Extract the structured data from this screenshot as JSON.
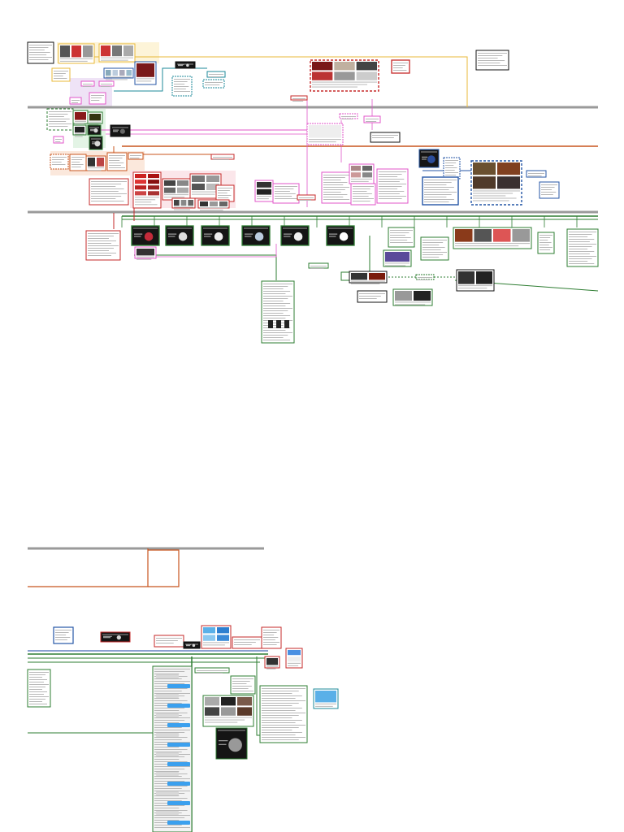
{
  "colors": {
    "track": "#9a9a9a",
    "orange": "#c8551e",
    "green": "#2e7d32",
    "yellow": "#e8b938",
    "pink": "#e055c8",
    "red": "#c62828",
    "teal": "#1e8a9a",
    "blue": "#2456a6",
    "dark": "#111111",
    "panel_text": "#bbbbbb",
    "bg": "#ffffff"
  },
  "diagram": {
    "nodes": [
      {
        "id": "doc-topleft",
        "kind": "doc",
        "color": "dark"
      },
      {
        "id": "yellow-group-a",
        "kind": "doc",
        "color": "yellow"
      },
      {
        "id": "yellow-group-b",
        "kind": "doc",
        "color": "yellow"
      },
      {
        "id": "blue-card-top",
        "kind": "media",
        "color": "blue"
      },
      {
        "id": "teal-note",
        "kind": "doc",
        "color": "teal"
      },
      {
        "id": "red-dashed-main",
        "kind": "media",
        "color": "red"
      },
      {
        "id": "red-side-note",
        "kind": "doc",
        "color": "red"
      },
      {
        "id": "doc-topright",
        "kind": "doc",
        "color": "dark"
      },
      {
        "id": "green-dashed-left",
        "kind": "doc",
        "color": "green"
      },
      {
        "id": "dark-screen-left",
        "kind": "dark",
        "color": "dark"
      },
      {
        "id": "pink-eye-card",
        "kind": "media",
        "color": "pink"
      },
      {
        "id": "orange-cluster",
        "kind": "doc",
        "color": "orange"
      },
      {
        "id": "red-photo-grid",
        "kind": "media",
        "color": "red"
      },
      {
        "id": "pink-doc-mid",
        "kind": "doc",
        "color": "pink"
      },
      {
        "id": "dark-blue-screen",
        "kind": "dark",
        "color": "blue"
      },
      {
        "id": "blue-dashed-game",
        "kind": "media",
        "color": "blue"
      },
      {
        "id": "dark-panel-1",
        "kind": "dark",
        "color": "green"
      },
      {
        "id": "dark-panel-2",
        "kind": "dark",
        "color": "green"
      },
      {
        "id": "dark-panel-3",
        "kind": "dark",
        "color": "green"
      },
      {
        "id": "dark-panel-4",
        "kind": "dark",
        "color": "green"
      },
      {
        "id": "dark-panel-5",
        "kind": "dark",
        "color": "green"
      },
      {
        "id": "dark-panel-6",
        "kind": "dark",
        "color": "green"
      },
      {
        "id": "green-doc-right-1",
        "kind": "doc",
        "color": "green"
      },
      {
        "id": "green-doc-right-2",
        "kind": "doc",
        "color": "green"
      },
      {
        "id": "green-media-strip",
        "kind": "media",
        "color": "green"
      },
      {
        "id": "green-tall-doc",
        "kind": "doc",
        "color": "green"
      },
      {
        "id": "avatar-card-1",
        "kind": "media",
        "color": "dark"
      },
      {
        "id": "avatar-card-2",
        "kind": "media",
        "color": "dark"
      },
      {
        "id": "red-doc-left",
        "kind": "doc",
        "color": "red"
      },
      {
        "id": "blue-doc-lower",
        "kind": "doc",
        "color": "blue"
      },
      {
        "id": "red-banner-lower",
        "kind": "dark",
        "color": "red"
      },
      {
        "id": "chat-column",
        "kind": "doc",
        "color": "green"
      },
      {
        "id": "chat-photo-grid",
        "kind": "media",
        "color": "green"
      },
      {
        "id": "chat-doc-right",
        "kind": "doc",
        "color": "green"
      },
      {
        "id": "chat-dark-card",
        "kind": "dark",
        "color": "green"
      },
      {
        "id": "teal-card-lower",
        "kind": "media",
        "color": "teal"
      },
      {
        "id": "green-doc-lower-left",
        "kind": "doc",
        "color": "green"
      }
    ]
  }
}
